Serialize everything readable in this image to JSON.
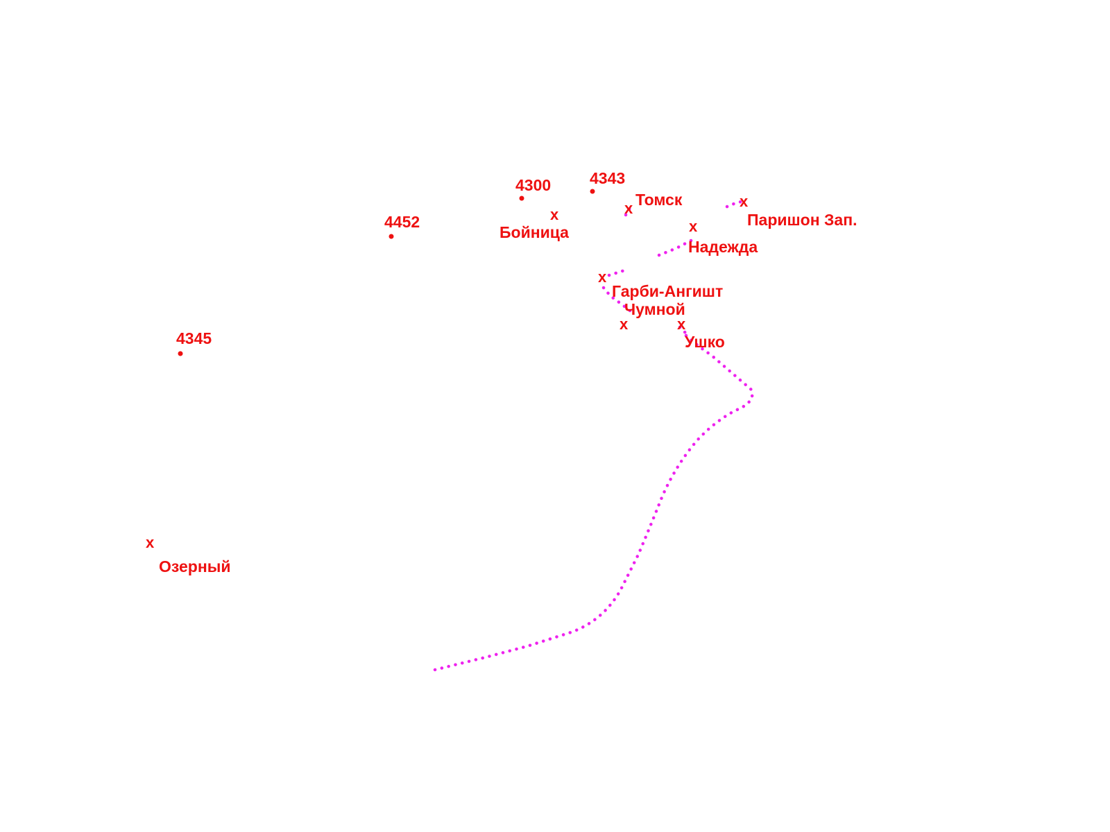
{
  "colors": {
    "background": "#ffffff",
    "label": "#ee1111",
    "route": "#ee22ee"
  },
  "icons": {
    "point_marker": "dot",
    "settlement_marker": "x-mark"
  },
  "elevation_points": [
    {
      "label": "4300"
    },
    {
      "label": "4343"
    },
    {
      "label": "4452"
    },
    {
      "label": "4345"
    }
  ],
  "settlements": [
    {
      "marker": "x",
      "label": "Бойница"
    },
    {
      "marker": "x",
      "label": "Томск"
    },
    {
      "marker": "x",
      "label": "Паришон Зап."
    },
    {
      "marker": "x",
      "label": "Надежда"
    },
    {
      "marker": "x",
      "label": "Гарби-Ангишт"
    },
    {
      "marker": "x",
      "label": "Чумной"
    },
    {
      "marker": "x",
      "label": "Ушко"
    },
    {
      "marker": "x",
      "label": "Озерный"
    }
  ]
}
